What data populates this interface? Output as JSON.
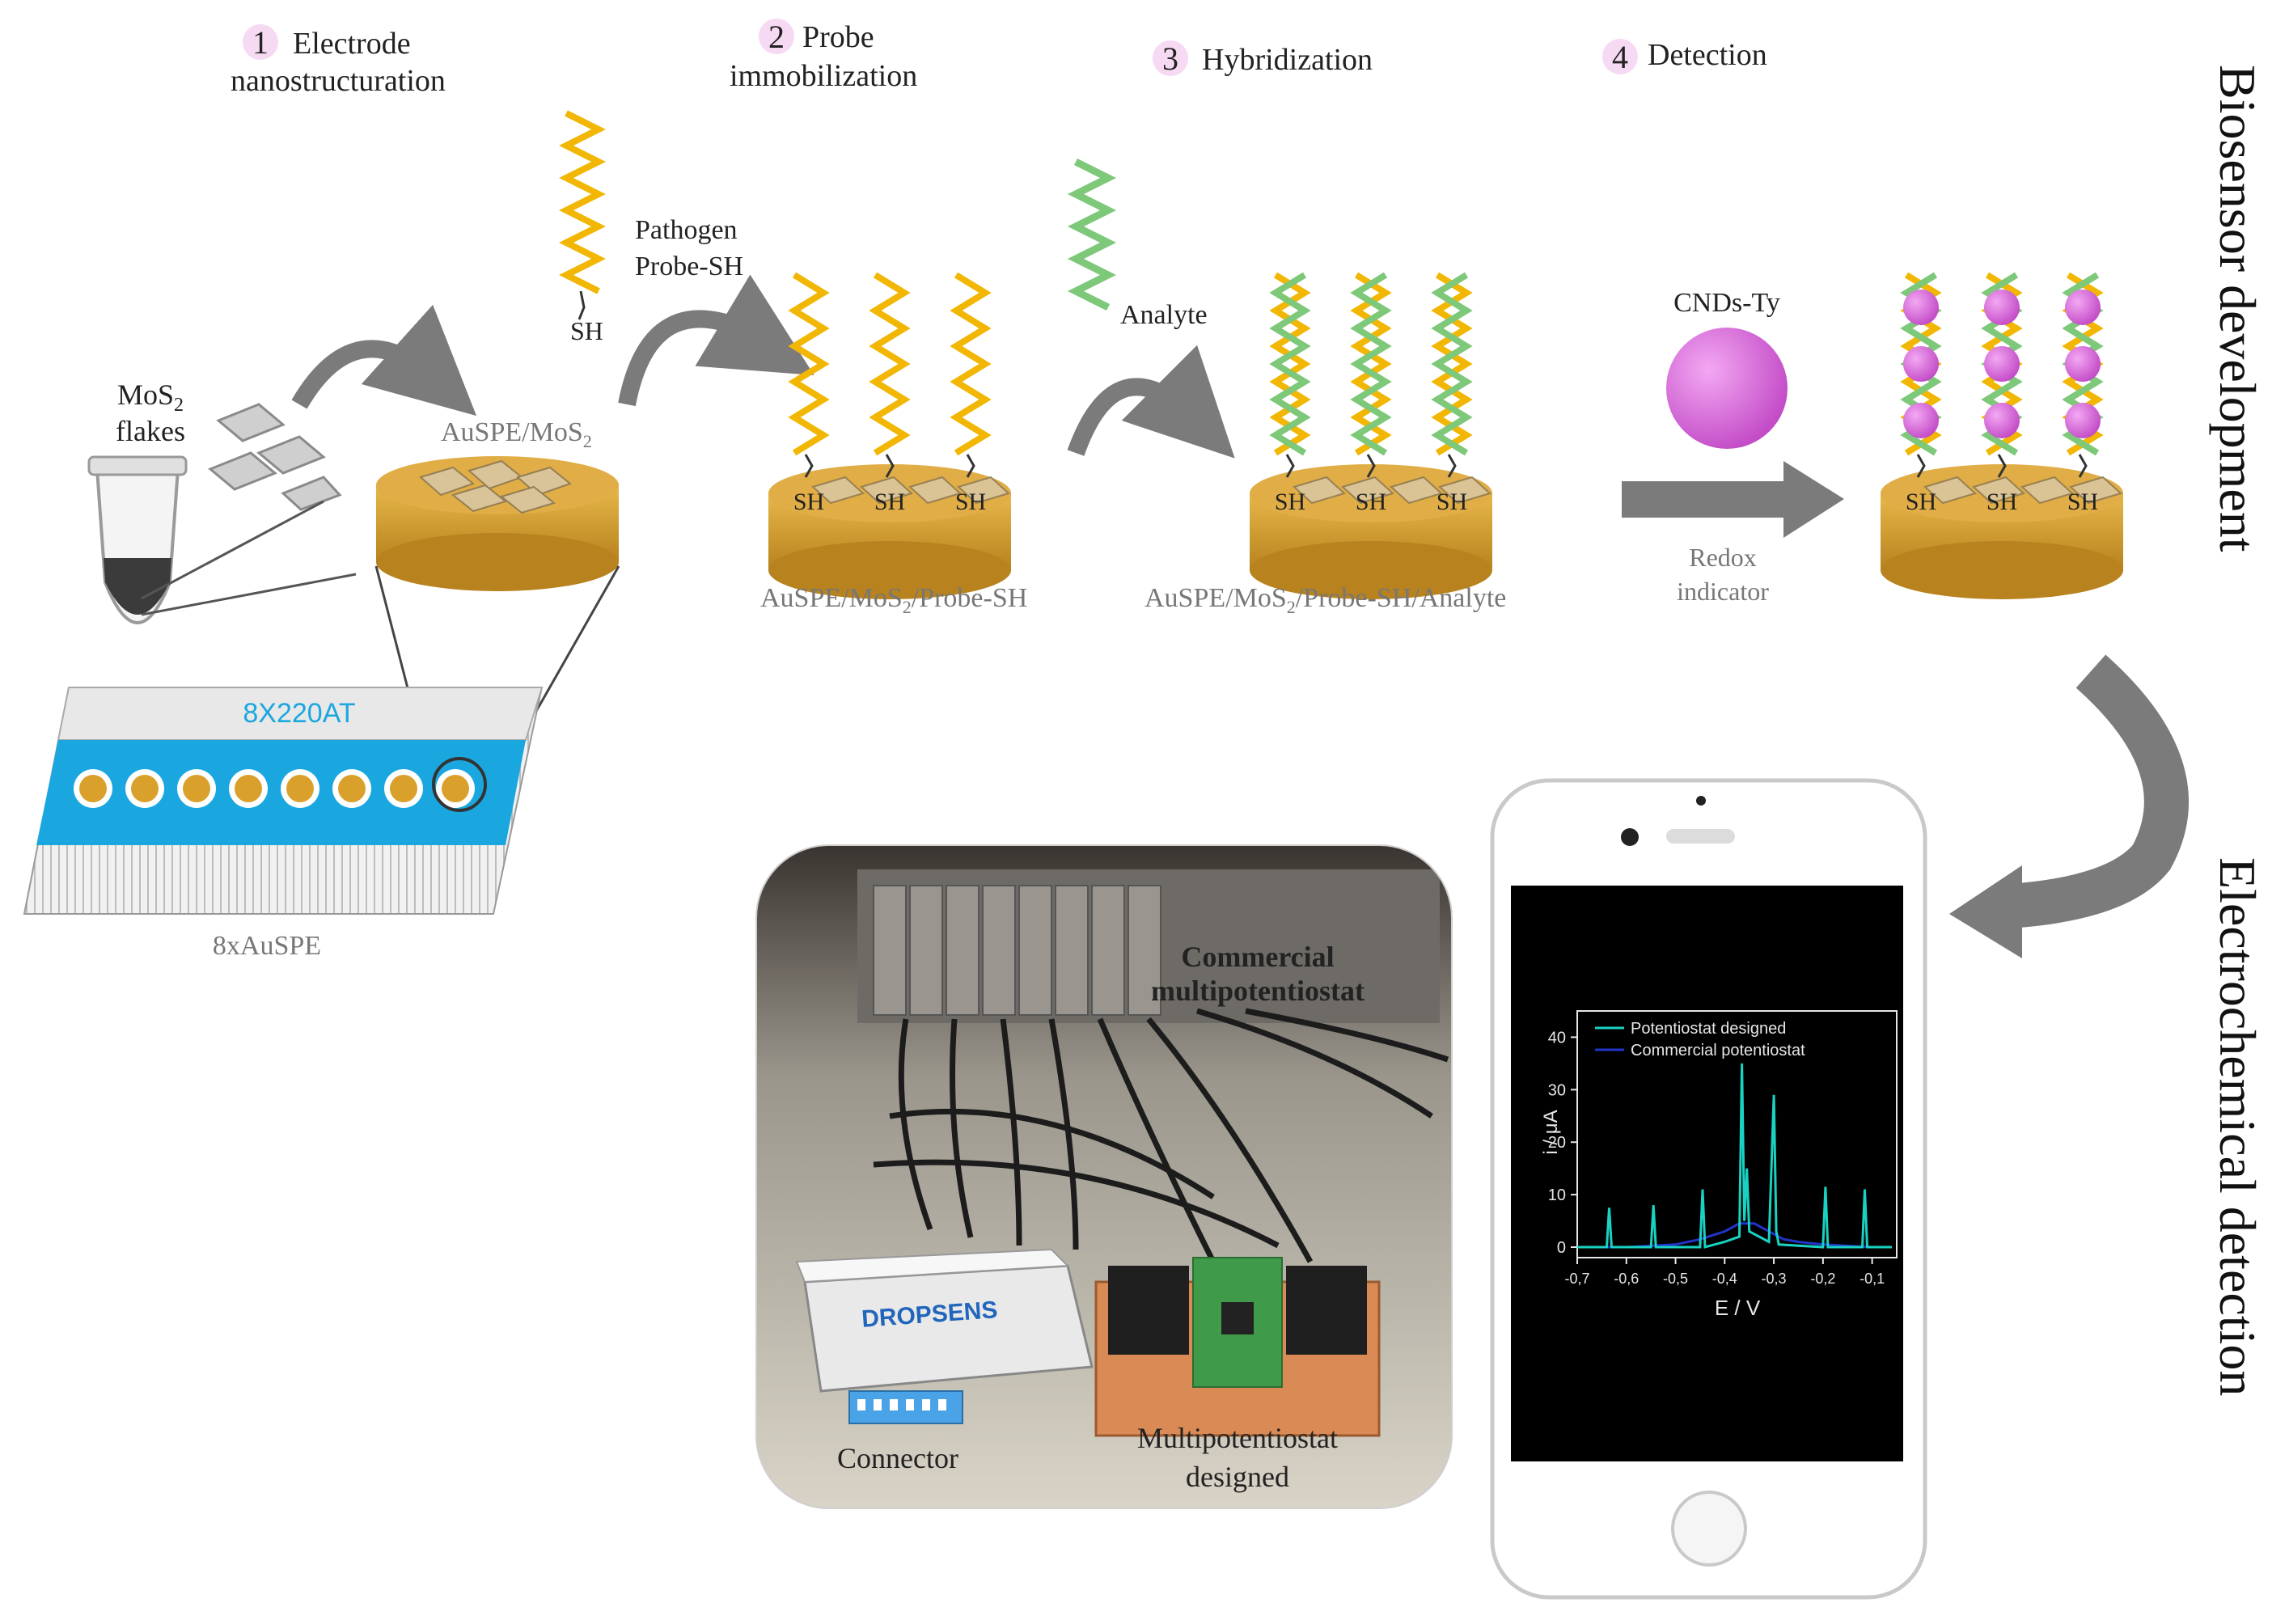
{
  "steps": [
    {
      "num": "1",
      "line1": "Electrode",
      "line2": "nanostructuration"
    },
    {
      "num": "2",
      "line1": "Probe",
      "line2": "immobilization"
    },
    {
      "num": "3",
      "line1": "Hybridization",
      "line2": ""
    },
    {
      "num": "4",
      "line1": "Detection",
      "line2": ""
    }
  ],
  "labels": {
    "mos2_flakes_1": "MoS",
    "mos2_flakes_sub": "2",
    "mos2_flakes_2": "flakes",
    "sh": "SH",
    "pathogen_1": "Pathogen",
    "pathogen_2": "Probe-SH",
    "analyte": "Analyte",
    "cnds": "CNDs-Ty",
    "redox_1": "Redox",
    "redox_2": "indicator",
    "aumos_a": "AuSPE/MoS",
    "aumos_sub": "2",
    "probe_a": "AuSPE/MoS",
    "probe_sub": "2",
    "probe_b": "/Probe-SH",
    "analyte_a": "AuSPE/MoS",
    "analyte_sub": "2",
    "analyte_b": "/Probe-SH/Analyte",
    "chip_label": "8X220AT",
    "eightx": "8xAuSPE",
    "commercial_1": "Commercial",
    "commercial_2": "multipotentiostat",
    "connector": "Connector",
    "multi_1": "Multipotentiostat",
    "multi_2": "designed",
    "dropsens": "DROPSENS"
  },
  "side_labels": {
    "top": "Biosensor development",
    "bottom": "Electrochemical detection"
  },
  "colors": {
    "gold": "#d9a12c",
    "gold_dark": "#a8761a",
    "probe_yellow": "#f2b705",
    "analyte_green": "#7ec87a",
    "cnds_magenta": "#d35fd8",
    "arrow_gray": "#7b7b7b",
    "chip_blue": "#1aa7e0",
    "series_cyan": "#19d2c2",
    "series_blue": "#2134c8",
    "step_circle": "#f6d9f2"
  },
  "chart_data": {
    "type": "line",
    "xlabel": "E / V",
    "ylabel": "i / μA",
    "xlim": [
      -0.7,
      -0.05
    ],
    "ylim": [
      -2,
      45
    ],
    "xticks": [
      "-0,7",
      "-0,6",
      "-0,5",
      "-0,4",
      "-0,3",
      "-0,2",
      "-0,1"
    ],
    "yticks": [
      "0",
      "10",
      "20",
      "30",
      "40"
    ],
    "legend_position": "top",
    "series": [
      {
        "name": "Potentiostat designed",
        "color": "#19d2c2",
        "x": [
          -0.7,
          -0.64,
          -0.635,
          -0.63,
          -0.55,
          -0.545,
          -0.54,
          -0.45,
          -0.445,
          -0.44,
          -0.4,
          -0.37,
          -0.365,
          -0.36,
          -0.355,
          -0.35,
          -0.31,
          -0.3,
          -0.295,
          -0.29,
          -0.2,
          -0.195,
          -0.19,
          -0.12,
          -0.115,
          -0.11,
          -0.06
        ],
        "y": [
          0,
          0,
          7.5,
          0,
          0,
          8,
          0,
          0,
          11,
          0,
          1,
          2,
          35,
          5,
          15,
          3,
          1,
          29,
          3,
          0.5,
          0,
          11.5,
          0,
          0,
          11,
          0,
          0
        ]
      },
      {
        "name": "Commercial potentiostat",
        "color": "#2134c8",
        "x": [
          -0.7,
          -0.6,
          -0.5,
          -0.45,
          -0.4,
          -0.37,
          -0.34,
          -0.31,
          -0.28,
          -0.25,
          -0.2,
          -0.1,
          -0.06
        ],
        "y": [
          0,
          0,
          0.5,
          1.5,
          3,
          4.5,
          4.5,
          3,
          1.5,
          1,
          0.5,
          0,
          0
        ]
      }
    ]
  }
}
